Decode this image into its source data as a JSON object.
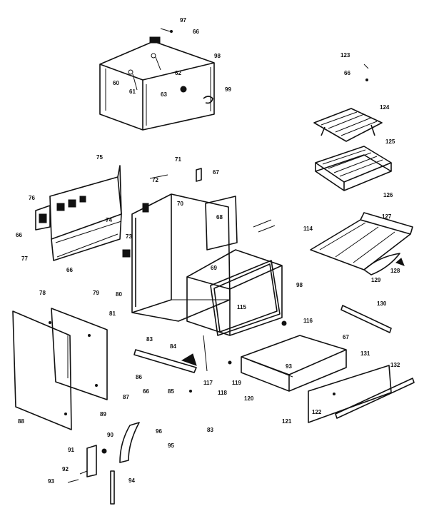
{
  "diagram": {
    "callouts": [
      {
        "id": "c97",
        "text": "97"
      },
      {
        "id": "c66a",
        "text": "66"
      },
      {
        "id": "c98",
        "text": "98"
      },
      {
        "id": "c62",
        "text": "62"
      },
      {
        "id": "c60",
        "text": "60"
      },
      {
        "id": "c61",
        "text": "61"
      },
      {
        "id": "c63",
        "text": "63"
      },
      {
        "id": "c99",
        "text": "99"
      },
      {
        "id": "c123",
        "text": "123"
      },
      {
        "id": "c66b",
        "text": "66"
      },
      {
        "id": "c124",
        "text": "124"
      },
      {
        "id": "c125",
        "text": "125"
      },
      {
        "id": "c126",
        "text": "126"
      },
      {
        "id": "c127",
        "text": "127"
      },
      {
        "id": "c128",
        "text": "128"
      },
      {
        "id": "c129",
        "text": "129"
      },
      {
        "id": "c75",
        "text": "75"
      },
      {
        "id": "c76",
        "text": "76"
      },
      {
        "id": "c66c",
        "text": "66"
      },
      {
        "id": "c77",
        "text": "77"
      },
      {
        "id": "c74",
        "text": "74"
      },
      {
        "id": "c73",
        "text": "73"
      },
      {
        "id": "c72",
        "text": "72"
      },
      {
        "id": "c71",
        "text": "71"
      },
      {
        "id": "c70",
        "text": "70"
      },
      {
        "id": "c67a",
        "text": "67"
      },
      {
        "id": "c68",
        "text": "68"
      },
      {
        "id": "c114",
        "text": "114"
      },
      {
        "id": "c66d",
        "text": "66"
      },
      {
        "id": "c79",
        "text": "79"
      },
      {
        "id": "c80",
        "text": "80"
      },
      {
        "id": "c69",
        "text": "69"
      },
      {
        "id": "c98b",
        "text": "98"
      },
      {
        "id": "c115",
        "text": "115"
      },
      {
        "id": "c116",
        "text": "116"
      },
      {
        "id": "c130",
        "text": "130"
      },
      {
        "id": "c78",
        "text": "78"
      },
      {
        "id": "c81",
        "text": "81"
      },
      {
        "id": "c83",
        "text": "83"
      },
      {
        "id": "c84",
        "text": "84"
      },
      {
        "id": "c67b",
        "text": "67"
      },
      {
        "id": "c131",
        "text": "131"
      },
      {
        "id": "c86",
        "text": "86"
      },
      {
        "id": "c66e",
        "text": "66"
      },
      {
        "id": "c85",
        "text": "85"
      },
      {
        "id": "c117",
        "text": "117"
      },
      {
        "id": "c118",
        "text": "118"
      },
      {
        "id": "c119",
        "text": "119"
      },
      {
        "id": "c93a",
        "text": "93"
      },
      {
        "id": "c132",
        "text": "132"
      },
      {
        "id": "c87",
        "text": "87"
      },
      {
        "id": "c120",
        "text": "120"
      },
      {
        "id": "c89",
        "text": "89"
      },
      {
        "id": "c88",
        "text": "88"
      },
      {
        "id": "c122",
        "text": "122"
      },
      {
        "id": "c121",
        "text": "121"
      },
      {
        "id": "c83b",
        "text": "83"
      },
      {
        "id": "c90",
        "text": "90"
      },
      {
        "id": "c96",
        "text": "96"
      },
      {
        "id": "c95",
        "text": "95"
      },
      {
        "id": "c91",
        "text": "91"
      },
      {
        "id": "c92",
        "text": "92"
      },
      {
        "id": "c93b",
        "text": "93"
      },
      {
        "id": "c94",
        "text": "94"
      }
    ]
  }
}
